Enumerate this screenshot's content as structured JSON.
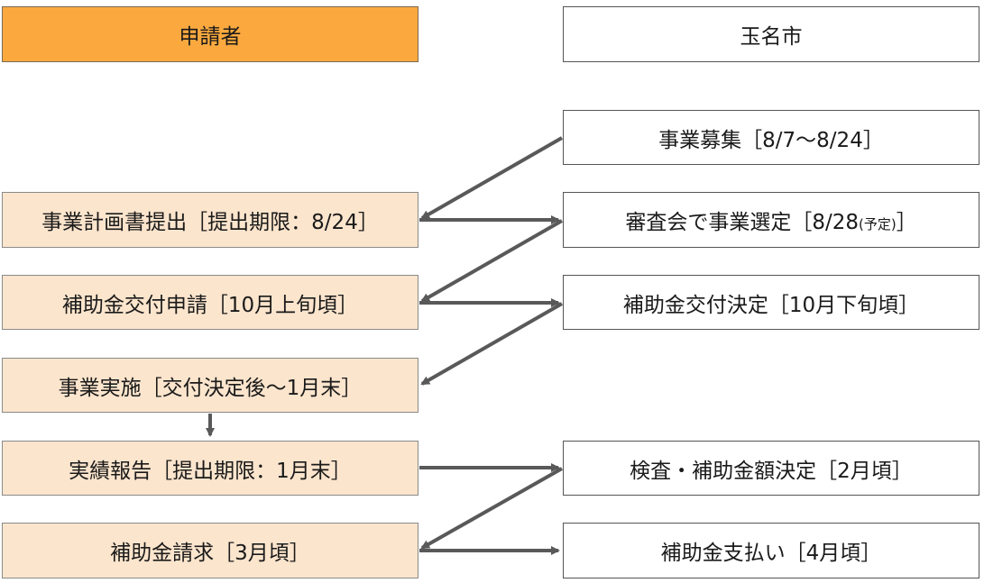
{
  "headers": {
    "applicant": "申請者",
    "city": "玉名市"
  },
  "applicant_steps": {
    "plan_submit": "事業計画書提出［提出期限：8/24］",
    "grant_apply": "補助金交付申請［10月上旬頃］",
    "implement": "事業実施［交付決定後～1月末］",
    "report": "実績報告［提出期限：1月末］",
    "claim": "補助金請求［3月頃］"
  },
  "city_steps": {
    "recruit": "事業募集［8/7～8/24］",
    "review_main": "審査会で事業選定［8/28",
    "review_small": "(予定)",
    "review_end": "］",
    "grant_decision": "補助金交付決定［10月下旬頃］",
    "inspection": "検査・補助金額決定［2月頃］",
    "payment": "補助金支払い［4月頃］"
  },
  "colors": {
    "header_orange": "#fba93f",
    "step_fill": "#fce5cd",
    "arrow": "#595959"
  }
}
